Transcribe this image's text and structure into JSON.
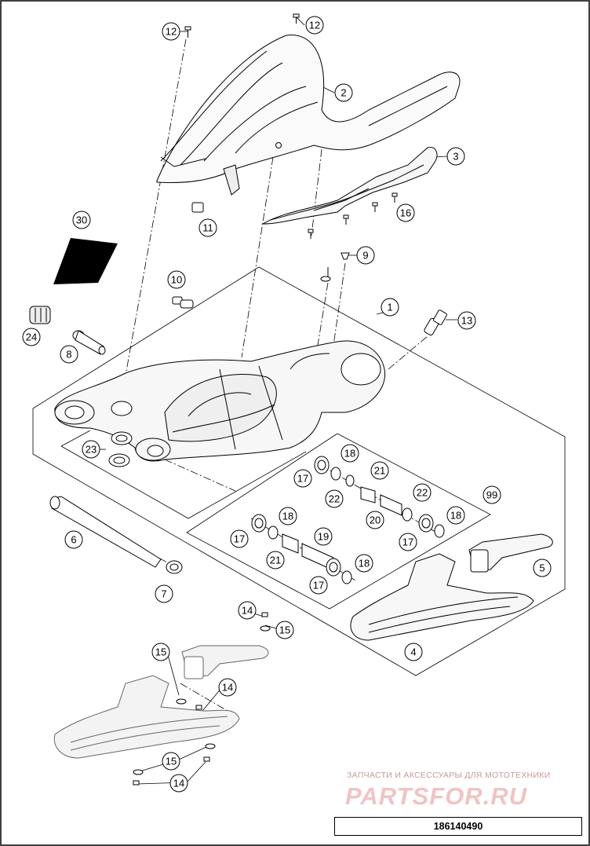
{
  "diagram": {
    "callouts": [
      {
        "id": "c-12a",
        "label": "12"
      },
      {
        "id": "c-12b",
        "label": "12"
      },
      {
        "id": "c-2",
        "label": "2"
      },
      {
        "id": "c-3",
        "label": "3"
      },
      {
        "id": "c-16",
        "label": "16"
      },
      {
        "id": "c-30",
        "label": "30"
      },
      {
        "id": "c-11",
        "label": "11"
      },
      {
        "id": "c-9",
        "label": "9"
      },
      {
        "id": "c-10",
        "label": "10"
      },
      {
        "id": "c-1",
        "label": "1"
      },
      {
        "id": "c-13",
        "label": "13"
      },
      {
        "id": "c-24",
        "label": "24"
      },
      {
        "id": "c-8",
        "label": "8"
      },
      {
        "id": "c-23",
        "label": "23"
      },
      {
        "id": "c-18a",
        "label": "18"
      },
      {
        "id": "c-17a",
        "label": "17"
      },
      {
        "id": "c-21a",
        "label": "21"
      },
      {
        "id": "c-22a",
        "label": "22"
      },
      {
        "id": "c-99",
        "label": "99"
      },
      {
        "id": "c-22b",
        "label": "22"
      },
      {
        "id": "c-20",
        "label": "20"
      },
      {
        "id": "c-18b",
        "label": "18"
      },
      {
        "id": "c-17b",
        "label": "17"
      },
      {
        "id": "c-18c",
        "label": "18"
      },
      {
        "id": "c-17c",
        "label": "17"
      },
      {
        "id": "c-19",
        "label": "19"
      },
      {
        "id": "c-6",
        "label": "6"
      },
      {
        "id": "c-21b",
        "label": "21"
      },
      {
        "id": "c-18d",
        "label": "18"
      },
      {
        "id": "c-17d",
        "label": "17"
      },
      {
        "id": "c-5",
        "label": "5"
      },
      {
        "id": "c-7",
        "label": "7"
      },
      {
        "id": "c-14a",
        "label": "14"
      },
      {
        "id": "c-15a",
        "label": "15"
      },
      {
        "id": "c-4",
        "label": "4"
      },
      {
        "id": "c-15b",
        "label": "15"
      },
      {
        "id": "c-14b",
        "label": "14"
      },
      {
        "id": "c-15c",
        "label": "15"
      },
      {
        "id": "c-14c",
        "label": "14"
      }
    ]
  },
  "watermark": {
    "tagline": "ЗАПЧАСТИ И АКСЕССУАРЫ ДЛЯ МОТОТЕХНИКИ",
    "logo": "PARTSFOR.RU",
    "color": "#e9a8a8"
  },
  "document_number": "186140490"
}
